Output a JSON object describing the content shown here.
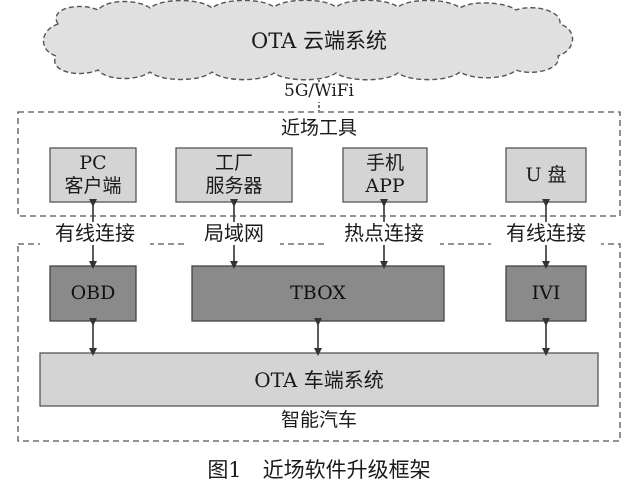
{
  "cloud": {
    "title": "OTA 云端系统"
  },
  "link_label": "5G/WiFi",
  "near_field": {
    "title": "近场工具",
    "tools": [
      {
        "line1": "PC",
        "line2": "客户端"
      },
      {
        "line1": "工厂",
        "line2": "服务器"
      },
      {
        "line1": "手机",
        "line2": "APP"
      },
      {
        "line1": "U 盘",
        "line2": ""
      }
    ]
  },
  "connections": [
    "有线连接",
    "局域网",
    "热点连接",
    "有线连接"
  ],
  "vehicle": {
    "title": "智能汽车",
    "modules": [
      "OBD",
      "TBOX",
      "IVI"
    ],
    "system": "OTA 车端系统"
  },
  "caption": "图1　近场软件升级框架",
  "colors": {
    "line": "#4a4a4a",
    "light_box": "#d4d4d4",
    "dark_box": "#8a8a8a",
    "cloud_fill": "#e0e0e0"
  }
}
